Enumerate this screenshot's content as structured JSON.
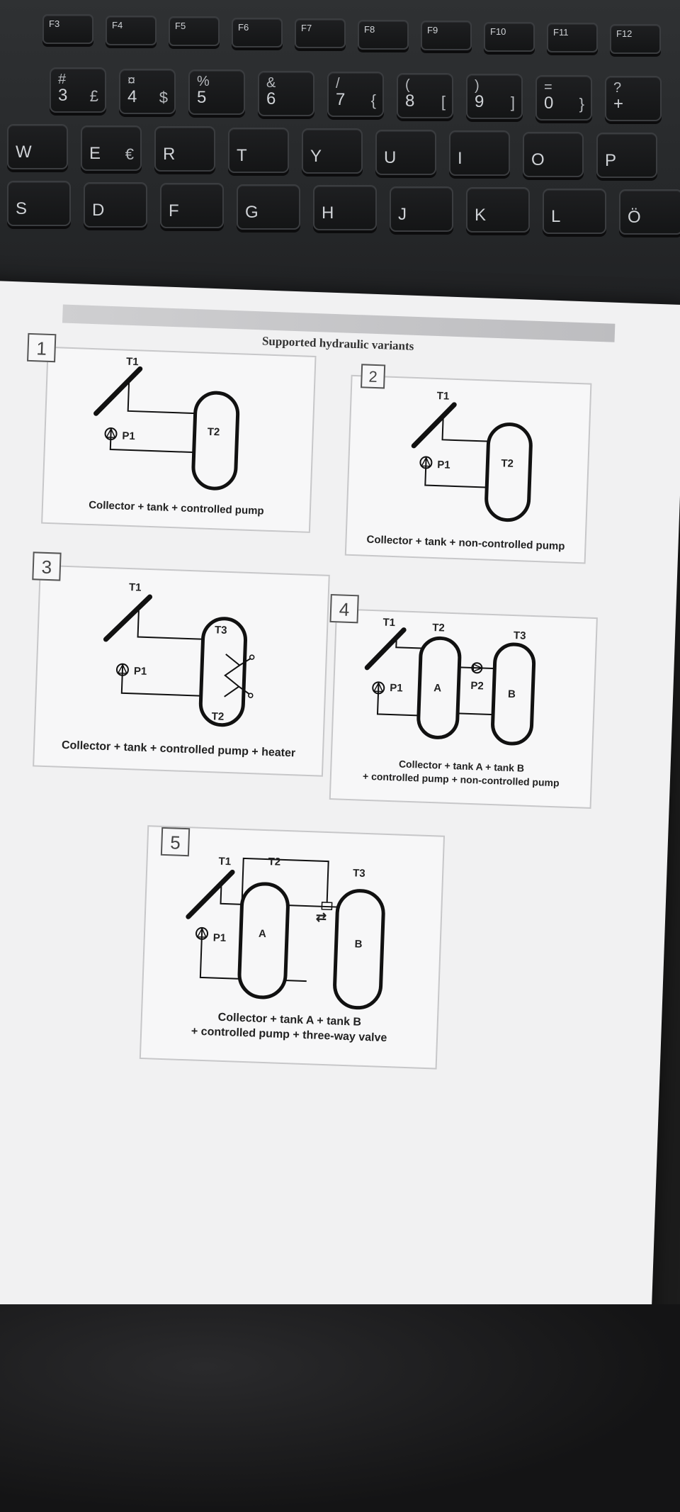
{
  "keyboard": {
    "fn_row": [
      {
        "main": "F3"
      },
      {
        "main": "F4"
      },
      {
        "main": "F5"
      },
      {
        "main": "F6"
      },
      {
        "main": "F7"
      },
      {
        "main": "F8"
      },
      {
        "main": "F9"
      },
      {
        "main": "F10"
      },
      {
        "main": "F11"
      },
      {
        "main": "F12"
      }
    ],
    "num_row": [
      {
        "top": "#",
        "main": "3",
        "sub": "£"
      },
      {
        "top": "¤",
        "main": "4",
        "sub": "$"
      },
      {
        "top": "%",
        "main": "5",
        "sub": ""
      },
      {
        "top": "&",
        "main": "6",
        "sub": ""
      },
      {
        "top": "/",
        "main": "7",
        "sub": "{"
      },
      {
        "top": "(",
        "main": "8",
        "sub": "["
      },
      {
        "top": ")",
        "main": "9",
        "sub": "]"
      },
      {
        "top": "=",
        "main": "0",
        "sub": "}"
      },
      {
        "top": "?",
        "main": "+",
        "sub": ""
      }
    ],
    "q_row": [
      {
        "main": "W"
      },
      {
        "main": "E",
        "sub": "€"
      },
      {
        "main": "R"
      },
      {
        "main": "T"
      },
      {
        "main": "Y"
      },
      {
        "main": "U"
      },
      {
        "main": "I"
      },
      {
        "main": "O"
      },
      {
        "main": "P"
      }
    ],
    "a_row": [
      {
        "main": "S"
      },
      {
        "main": "D"
      },
      {
        "main": "F"
      },
      {
        "main": "G"
      },
      {
        "main": "H"
      },
      {
        "main": "J"
      },
      {
        "main": "K"
      },
      {
        "main": "L"
      },
      {
        "main": "Ö"
      }
    ]
  },
  "document": {
    "heading": "Supported hydraulic variants",
    "variants": [
      {
        "number": "1",
        "caption": "Collector + tank + controlled pump",
        "labels": {
          "t1": "T1",
          "t2": "T2",
          "p1": "P1"
        }
      },
      {
        "number": "2",
        "caption": "Collector + tank + non-controlled pump",
        "labels": {
          "t1": "T1",
          "t2": "T2",
          "p1": "P1"
        }
      },
      {
        "number": "3",
        "caption": "Collector + tank + controlled pump + heater",
        "labels": {
          "t1": "T1",
          "t2": "T2",
          "t3": "T3",
          "p1": "P1"
        }
      },
      {
        "number": "4",
        "caption_line1": "Collector + tank A + tank B",
        "caption_line2": "+ controlled pump + non-controlled pump",
        "labels": {
          "t1": "T1",
          "t2": "T2",
          "t3": "T3",
          "p1": "P1",
          "p2": "P2",
          "a": "A",
          "b": "B"
        }
      },
      {
        "number": "5",
        "caption_line1": "Collector + tank A + tank B",
        "caption_line2": "+ controlled pump + three-way valve",
        "labels": {
          "t1": "T1",
          "t2": "T2",
          "t3": "T3",
          "p1": "P1",
          "a": "A",
          "b": "B"
        }
      }
    ]
  }
}
